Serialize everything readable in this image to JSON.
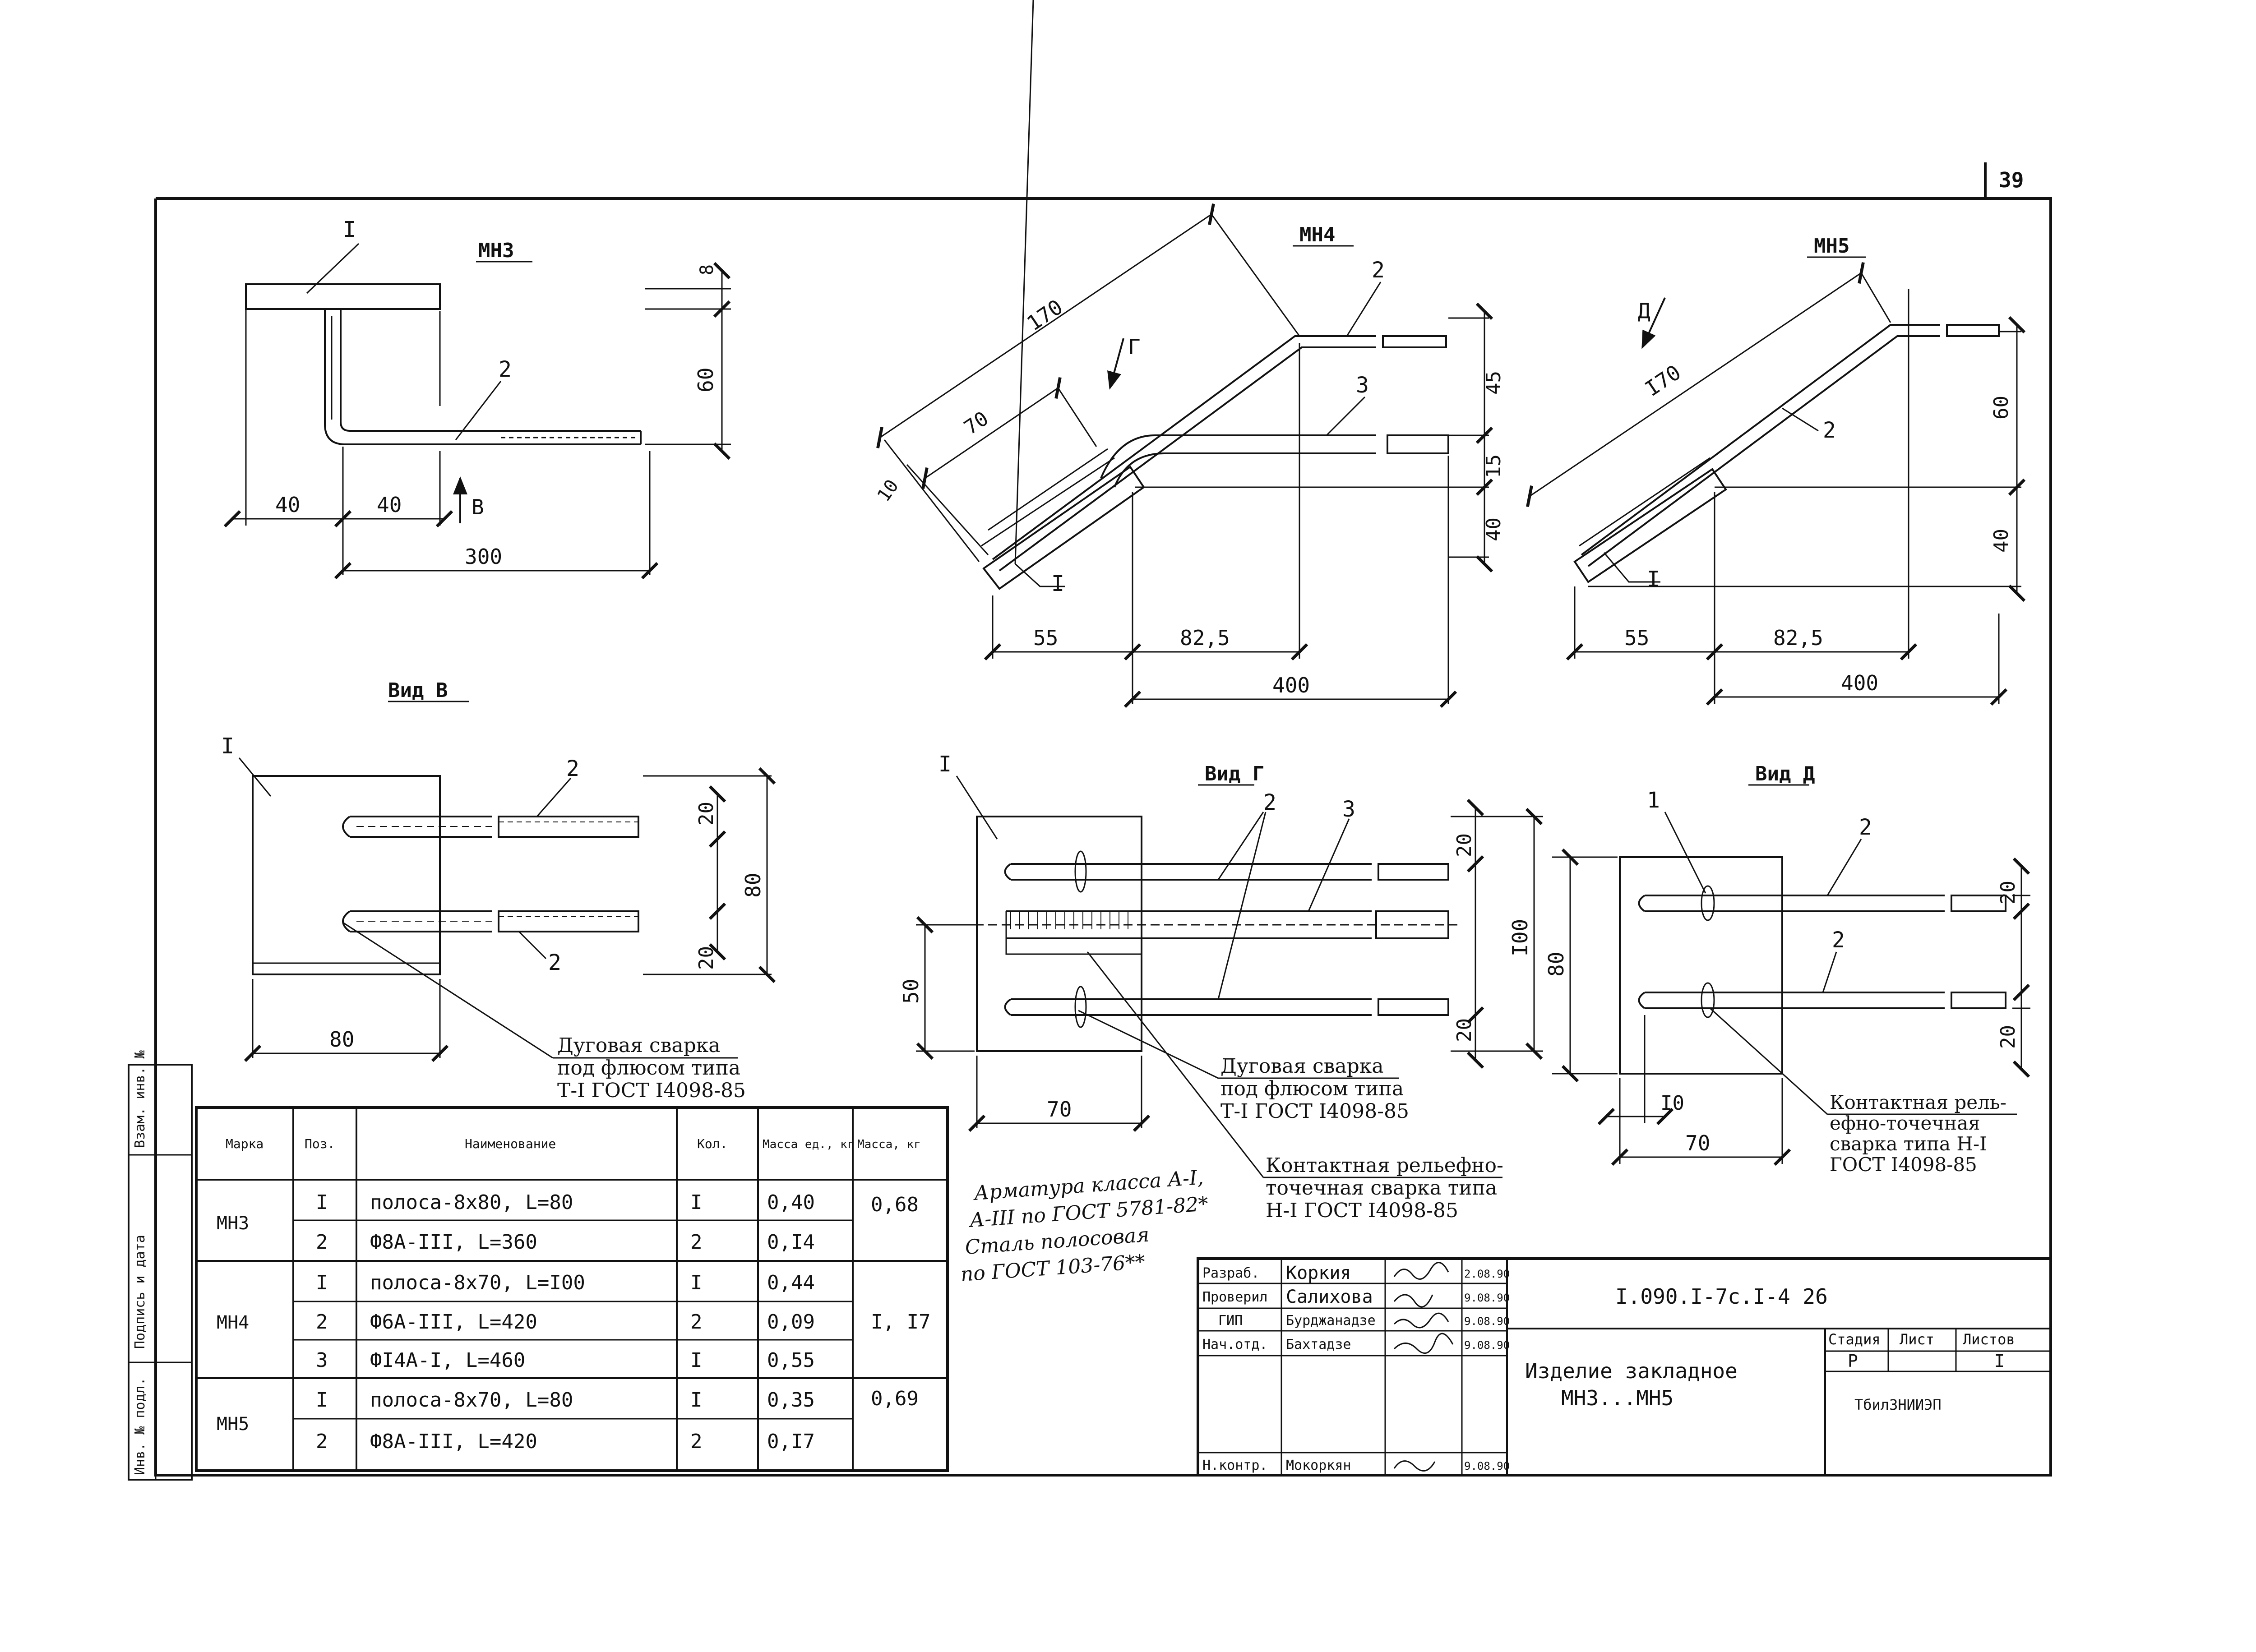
{
  "sheet": {
    "number": "39"
  },
  "views": {
    "mn3": {
      "title": "МН3",
      "dims": {
        "top": "8",
        "height": "60",
        "left1": "40",
        "left2": "40",
        "total": "300"
      },
      "pos": {
        "p1": "I",
        "p2": "2"
      },
      "view_arrow": "В"
    },
    "mn4": {
      "title": "МН4",
      "dims": {
        "slant": "170",
        "seg": "70",
        "thk": "10",
        "h1": "45",
        "h2": "15",
        "h3": "40",
        "b1": "55",
        "b2": "82,5",
        "total": "400"
      },
      "pos": {
        "p1": "I",
        "p2": "2",
        "p3": "3"
      },
      "view_arrow": "Г"
    },
    "mn5": {
      "title": "МН5",
      "dims": {
        "slant": "I70",
        "h1": "60",
        "h2": "40",
        "b1": "55",
        "b2": "82,5",
        "total": "400"
      },
      "pos": {
        "p1": "I",
        "p2": "2"
      },
      "view_arrow": "Д"
    },
    "vid_v": {
      "title": "Вид В",
      "dims": {
        "d1": "20",
        "d2": "20",
        "h": "80",
        "w": "80"
      },
      "pos": {
        "p1": "I",
        "p2a": "2",
        "p2b": "2"
      },
      "note": [
        "Дуговая сварка",
        "под флюсом типа",
        "Т-I ГОСТ I4098-85"
      ]
    },
    "vid_g": {
      "title": "Вид Г",
      "dims": {
        "d1": "20",
        "d2": "20",
        "h": "I00",
        "left": "50",
        "w": "70"
      },
      "pos": {
        "p1": "I",
        "p2": "2",
        "p3": "3"
      },
      "note1": [
        "Дуговая сварка",
        "под флюсом типа",
        "Т-I ГОСТ I4098-85"
      ],
      "note2": [
        "Контактная рельефно-",
        "точечная сварка типа",
        "Н-I ГОСТ I4098-85"
      ]
    },
    "vid_d": {
      "title": "Вид Д",
      "dims": {
        "d1": "20",
        "d2": "20",
        "h": "80",
        "w1": "I0",
        "w": "70"
      },
      "pos": {
        "p1": "1",
        "p2a": "2",
        "p2b": "2"
      },
      "note": [
        "Контактная рель-",
        "ефно-точечная",
        "сварка типа Н-I",
        "ГОСТ I4098-85"
      ]
    }
  },
  "handnote": [
    "Арматура класса А-I,",
    "А-III по ГОСТ 5781-82*",
    "Сталь полосовая",
    "по ГОСТ 103-76**"
  ],
  "spec_table": {
    "headers": [
      "Марка",
      "Поз.",
      "Наименование",
      "Кол.",
      "Масса ед., кг",
      "Масса, кг"
    ],
    "groups": [
      {
        "mark": "МН3",
        "mass": "0,68",
        "rows": [
          {
            "pos": "I",
            "name": "полоса-8х80, L=80",
            "qty": "I",
            "unit": "0,40"
          },
          {
            "pos": "2",
            "name": "Ф8А-III, L=360",
            "qty": "2",
            "unit": "0,I4"
          }
        ]
      },
      {
        "mark": "МН4",
        "mass": "I, I7",
        "rows": [
          {
            "pos": "I",
            "name": "полоса-8х70, L=I00",
            "qty": "I",
            "unit": "0,44"
          },
          {
            "pos": "2",
            "name": "Ф6А-III, L=420",
            "qty": "2",
            "unit": "0,09"
          },
          {
            "pos": "3",
            "name": "ФI4А-I, L=460",
            "qty": "I",
            "unit": "0,55"
          }
        ]
      },
      {
        "mark": "МН5",
        "mass": "0,69",
        "rows": [
          {
            "pos": "I",
            "name": "полоса-8х70, L=80",
            "qty": "I",
            "unit": "0,35"
          },
          {
            "pos": "2",
            "name": "Ф8А-III, L=420",
            "qty": "2",
            "unit": "0,I7"
          }
        ]
      }
    ]
  },
  "side_stamp": [
    "Инв. № подл.",
    "Подпись и дата",
    "Взам. инв. №"
  ],
  "title_block": {
    "people": [
      {
        "role": "Разраб.",
        "name": "Коркия",
        "date": "2.08.90"
      },
      {
        "role": "Проверил",
        "name": "Салихова",
        "date": "9.08.90"
      },
      {
        "role": "ГИП",
        "name": "Бурджанадзе",
        "date": "9.08.90"
      },
      {
        "role": "Нач.отд.",
        "name": "Бахтадзе",
        "date": "9.08.90"
      },
      {
        "role": "",
        "name": "",
        "date": ""
      },
      {
        "role": "Н.контр.",
        "name": "Мокоркян",
        "date": "9.08.90"
      }
    ],
    "code": "I.090.I-7с.I-4 26",
    "title1": "Изделие закладное",
    "title2": "МН3...МН5",
    "stage_h": "Стадия",
    "sheet_h": "Лист",
    "sheets_h": "Листов",
    "stage": "Р",
    "sheet": "",
    "sheets": "I",
    "org": "ТбилЗНИИЭП"
  }
}
